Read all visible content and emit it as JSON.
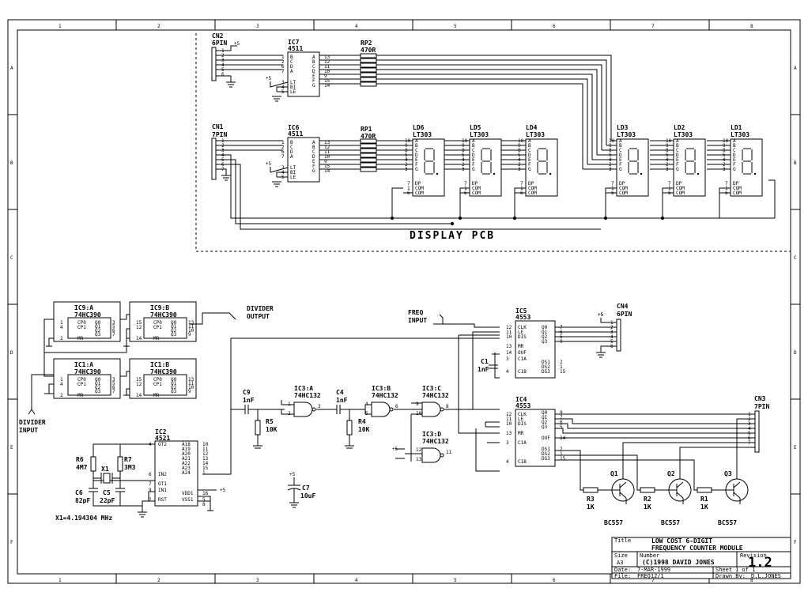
{
  "grid": {
    "columns": [
      "1",
      "2",
      "3",
      "4",
      "5",
      "6",
      "7",
      "8"
    ],
    "rows": [
      "A",
      "B",
      "C",
      "D",
      "E",
      "F"
    ]
  },
  "display_pcb": {
    "label": "DISPLAY PCB"
  },
  "connectors": {
    "cn2": {
      "ref": "CN2",
      "type": "6PIN",
      "plus": "+5",
      "pins": [
        "1",
        "2",
        "3",
        "4",
        "5",
        "6"
      ]
    },
    "cn1": {
      "ref": "CN1",
      "type": "7PIN",
      "pins": [
        "1",
        "2",
        "3",
        "4",
        "5",
        "6",
        "7"
      ]
    },
    "cn4": {
      "ref": "CN4",
      "type": "6PIN",
      "plus": "+5",
      "pins": [
        "1",
        "2",
        "3",
        "4",
        "5",
        "6"
      ]
    },
    "cn3": {
      "ref": "CN3",
      "type": "7PIN",
      "pins": [
        "1",
        "2",
        "3",
        "4",
        "5",
        "6",
        "7"
      ]
    }
  },
  "decoders": {
    "ic7": {
      "ref": "IC7",
      "part": "4511",
      "plus": "+5",
      "in_pins": [
        "1",
        "2",
        "6",
        "7"
      ],
      "in_names": [
        "B",
        "C",
        "D",
        "A"
      ],
      "out_names": [
        "A",
        "B",
        "C",
        "D",
        "E",
        "F",
        "G"
      ],
      "out_pins": [
        "13",
        "12",
        "11",
        "10",
        "9",
        "15",
        "14"
      ],
      "ctrl_pins": [
        "3",
        "4",
        "5"
      ],
      "ctrl_names": [
        "LT",
        "BI",
        "LE"
      ]
    },
    "ic6": {
      "ref": "IC6",
      "part": "4511",
      "plus": "+5",
      "in_pins": [
        "1",
        "2",
        "6",
        "7"
      ],
      "in_names": [
        "B",
        "C",
        "D",
        "A"
      ],
      "out_names": [
        "A",
        "B",
        "C",
        "D",
        "E",
        "F",
        "G"
      ],
      "out_pins": [
        "13",
        "12",
        "11",
        "10",
        "9",
        "15",
        "14"
      ],
      "ctrl_pins": [
        "3",
        "4",
        "5"
      ],
      "ctrl_names": [
        "LT",
        "BI",
        "LE"
      ]
    }
  },
  "resistor_packs": {
    "rp2": {
      "ref": "RP2",
      "value": "470R"
    },
    "rp1": {
      "ref": "RP1",
      "value": "470R"
    }
  },
  "displays": [
    {
      "ref": "LD6",
      "part": "LT303"
    },
    {
      "ref": "LD5",
      "part": "LT303"
    },
    {
      "ref": "LD4",
      "part": "LT303"
    },
    {
      "ref": "LD3",
      "part": "LT303"
    },
    {
      "ref": "LD2",
      "part": "LT303"
    },
    {
      "ref": "LD1",
      "part": "LT303"
    }
  ],
  "display_pins": {
    "seg_pins": [
      "10",
      "9",
      "8",
      "5",
      "4",
      "2",
      "3"
    ],
    "seg_names": [
      "A",
      "B",
      "C",
      "D",
      "E",
      "F",
      "G"
    ],
    "ctrl_pins": [
      "7",
      "1",
      "6"
    ],
    "ctrl_names": [
      "DP",
      "COM",
      "COM"
    ]
  },
  "dividers": {
    "ic9a": {
      "ref": "IC9:A",
      "part": "74HC390",
      "pins_l": [
        "1",
        "4",
        "2"
      ],
      "names_l": [
        "CP0",
        "CP1",
        "MR"
      ],
      "pins_r": [
        "3",
        "5",
        "6",
        "7"
      ],
      "names_r": [
        "Q0",
        "Q1",
        "Q2",
        "Q3"
      ]
    },
    "ic9b": {
      "ref": "IC9:B",
      "part": "74HC390",
      "pins_l": [
        "15",
        "12",
        "14"
      ],
      "names_l": [
        "CP0",
        "CP1",
        "MR"
      ],
      "pins_r": [
        "13",
        "11",
        "10",
        "9"
      ],
      "names_r": [
        "Q0",
        "Q1",
        "Q2",
        "Q3"
      ]
    },
    "ic1a": {
      "ref": "IC1:A",
      "part": "74HC390",
      "pins_l": [
        "1",
        "4",
        "2"
      ],
      "names_l": [
        "CP0",
        "CP1",
        "MR"
      ],
      "pins_r": [
        "3",
        "5",
        "6",
        "7"
      ],
      "names_r": [
        "Q0",
        "Q1",
        "Q2",
        "Q3"
      ]
    },
    "ic1b": {
      "ref": "IC1:B",
      "part": "74HC390",
      "pins_l": [
        "15",
        "12",
        "14"
      ],
      "names_l": [
        "CP0",
        "CP1",
        "MR"
      ],
      "pins_r": [
        "13",
        "11",
        "10",
        "9"
      ],
      "names_r": [
        "Q0",
        "Q1",
        "Q2",
        "Q3"
      ]
    }
  },
  "signals": {
    "divider_output": [
      "DIVIDER",
      "OUTPUT"
    ],
    "divider_input": [
      "DIVIDER",
      "INPUT"
    ],
    "freq_input": [
      "FREQ",
      "INPUT"
    ]
  },
  "counters": {
    "ic5": {
      "ref": "IC5",
      "part": "4553",
      "plus": "+5",
      "pins_l": [
        "12",
        "11",
        "10",
        "13",
        "14",
        "3",
        "4"
      ],
      "names_l": [
        "CLK",
        "LE",
        "DIS",
        "MR",
        "OUF",
        "C1A",
        "C1B"
      ],
      "pins_r": [
        "7",
        "6",
        "5",
        "9",
        "2",
        "1",
        "15"
      ],
      "names_r": [
        "Q0",
        "Q1",
        "Q2",
        "Q3",
        "DS1",
        "DS2",
        "DS3"
      ]
    },
    "ic4": {
      "ref": "IC4",
      "part": "4553",
      "pins_l": [
        "12",
        "11",
        "10",
        "13",
        "3",
        "4"
      ],
      "names_l": [
        "CLK",
        "LE",
        "DIS",
        "MR",
        "C1A",
        "C1B"
      ],
      "pins_r": [
        "9",
        "7",
        "6",
        "5",
        "14",
        "2",
        "1",
        "15"
      ],
      "names_r": [
        "Q0",
        "Q1",
        "Q2",
        "Q3",
        "OUF",
        "DS1",
        "DS2",
        "DS3"
      ]
    }
  },
  "gates": {
    "ic3a": {
      "ref": "IC3:A",
      "part": "74HC132",
      "pins": [
        "1",
        "2",
        "3"
      ]
    },
    "ic3b": {
      "ref": "IC3:B",
      "part": "74HC132",
      "pins": [
        "4",
        "5",
        "6"
      ]
    },
    "ic3c": {
      "ref": "IC3:C",
      "part": "74HC132",
      "pins": [
        "9",
        "10",
        "8"
      ]
    },
    "ic3d": {
      "ref": "IC3:D",
      "part": "74HC132",
      "pins": [
        "12",
        "13",
        "11"
      ],
      "plus": "+5"
    }
  },
  "oscillator": {
    "ic2": {
      "ref": "IC2",
      "part": "4521",
      "pins_l": [
        "4",
        "6",
        "7",
        "9",
        "2"
      ],
      "names_l": [
        "OT2",
        "IN2",
        "OT1",
        "IN1",
        "RST"
      ],
      "pins_r": [
        "10",
        "11",
        "12",
        "13",
        "14",
        "15",
        "1",
        "16",
        "5",
        "8"
      ],
      "names_r": [
        "A18",
        "A19",
        "A20",
        "A21",
        "A22",
        "A23",
        "A24",
        "VDD1",
        "VSS1",
        ""
      ],
      "plus": "+5"
    },
    "crystal": {
      "ref": "X1",
      "note": "X1=4.194304 MHz"
    }
  },
  "passives": {
    "r6": [
      "R6",
      "4M7"
    ],
    "r7": [
      "R7",
      "3M3"
    ],
    "c6": [
      "C6",
      "82pF"
    ],
    "c5": [
      "C5",
      "22pF"
    ],
    "c9": [
      "C9",
      "1nF"
    ],
    "c4": [
      "C4",
      "1nF"
    ],
    "r5": [
      "R5",
      "10K"
    ],
    "r4": [
      "R4",
      "10K"
    ],
    "c1": [
      "C1",
      "1nF"
    ],
    "c7": [
      "C7",
      "10uF"
    ],
    "c7plus": "+5",
    "r3": [
      "R3",
      "1K"
    ],
    "r2": [
      "R2",
      "1K"
    ],
    "r1": [
      "R1",
      "1K"
    ]
  },
  "transistors": [
    {
      "ref": "Q1",
      "part": "BC557"
    },
    {
      "ref": "Q2",
      "part": "BC557"
    },
    {
      "ref": "Q3",
      "part": "BC557"
    }
  ],
  "title_block": {
    "title_label": "Title",
    "title_line1": "LOW COST 6-DIGIT",
    "title_line2": "FREQUENCY COUNTER MODULE",
    "size_label": "Size",
    "size": "A3",
    "number_label": "Number",
    "number": "(C)1998 DAVID JONES",
    "revision_label": "Revision",
    "revision": "1.2",
    "date_label": "Date:",
    "date": "7-MAR-1999",
    "sheet_label": "Sheet",
    "sheet": "1 of 1",
    "file_label": "File:",
    "file": "FREQ12/1",
    "drawn_label": "Drawn By:",
    "drawn": "D.L.JONES"
  }
}
